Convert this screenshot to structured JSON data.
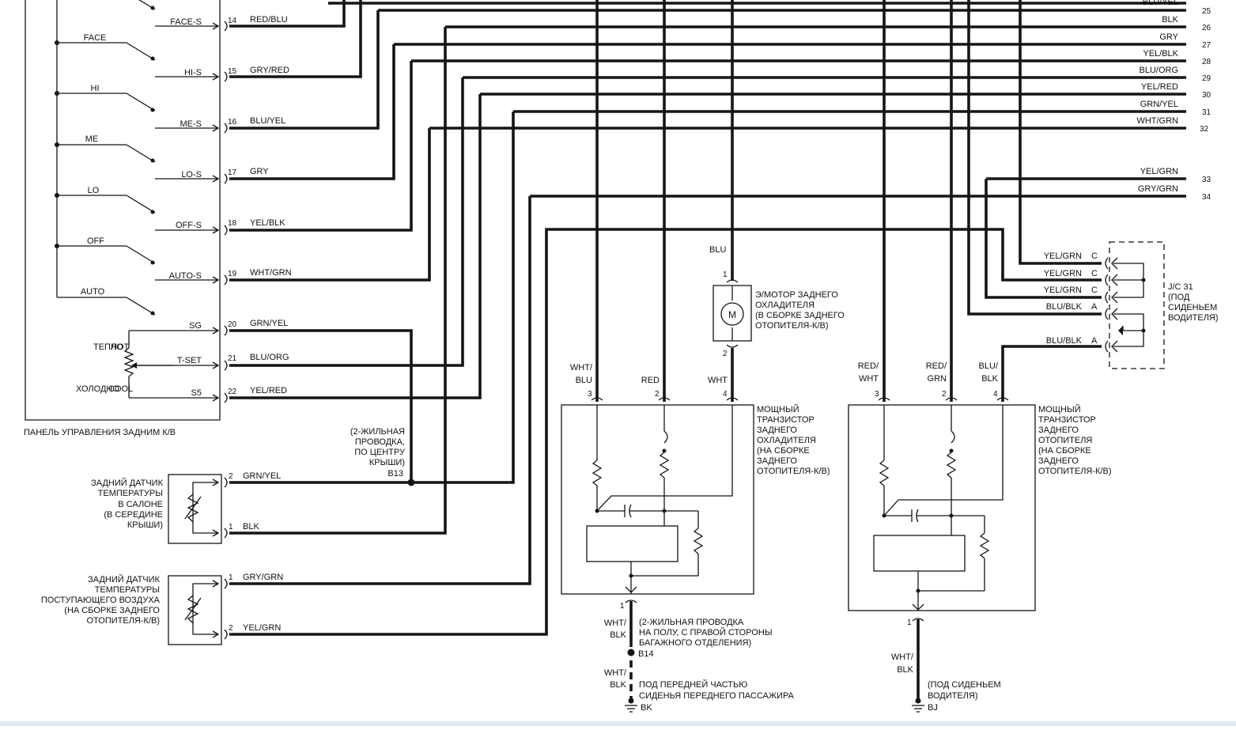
{
  "right_wires": [
    {
      "label": "BLU/YEL",
      "num": "25"
    },
    {
      "label": "BLK",
      "num": "26"
    },
    {
      "label": "GRY",
      "num": "27"
    },
    {
      "label": "YEL/BLK",
      "num": "28"
    },
    {
      "label": "BLU/ORG",
      "num": "29"
    },
    {
      "label": "YEL/RED",
      "num": "30"
    },
    {
      "label": "GRN/YEL",
      "num": "31"
    },
    {
      "label": "WHT/GRN",
      "num": "32"
    },
    {
      "label": "YEL/GRN",
      "num": "33"
    },
    {
      "label": "GRY/GRN",
      "num": "34"
    }
  ],
  "panel": {
    "title": "ПАНЕЛЬ УПРАВЛЕНИЯ ЗАДНИМ К/В",
    "switch_labels": [
      "FACE",
      "HI",
      "ME",
      "LO",
      "OFF",
      "AUTO"
    ],
    "pins": [
      {
        "term": "FACE-S",
        "pin": "14",
        "wire": "RED/BLU"
      },
      {
        "term": "HI-S",
        "pin": "15",
        "wire": "GRY/RED"
      },
      {
        "term": "ME-S",
        "pin": "16",
        "wire": "BLU/YEL"
      },
      {
        "term": "LO-S",
        "pin": "17",
        "wire": "GRY"
      },
      {
        "term": "OFF-S",
        "pin": "18",
        "wire": "YEL/BLK"
      },
      {
        "term": "AUTO-S",
        "pin": "19",
        "wire": "WHT/GRN"
      },
      {
        "term": "SG",
        "pin": "20",
        "wire": "GRN/YEL"
      },
      {
        "term": "T-SET",
        "pin": "21",
        "wire": "BLU/ORG"
      },
      {
        "term": "S5",
        "pin": "22",
        "wire": "YEL/RED"
      }
    ],
    "pot_hot": "ТЕПЛО",
    "pot_hot_overlap": "HOT",
    "pot_cold": "ХОЛОДНО",
    "pot_cold_overlap": "COOL"
  },
  "splice_note": [
    "(2-ЖИЛЬНАЯ",
    "ПРОВОДКА,",
    "ПО ЦЕНТРУ",
    "КРЫШИ)"
  ],
  "splice_id": "B13",
  "cabin_sensor": {
    "label": [
      "ЗАДНИЙ ДАТЧИК",
      "ТЕМПЕРАТУРЫ",
      "В САЛОНЕ",
      "(В СЕРЕДИНЕ",
      "КРЫШИ)"
    ],
    "pins": [
      {
        "pin": "2",
        "wire": "GRN/YEL"
      },
      {
        "pin": "1",
        "wire": "BLK"
      }
    ]
  },
  "air_sensor": {
    "label": [
      "ЗАДНИЙ ДАТЧИК",
      "ТЕМПЕРАТУРЫ",
      "ПОСТУПАЮЩЕГО ВОЗДУХА",
      "(НА СБОРКЕ ЗАДНЕГО",
      "ОТОПИТЕЛЯ-К/В)"
    ],
    "pins": [
      {
        "pin": "1",
        "wire": "GRY/GRN"
      },
      {
        "pin": "2",
        "wire": "YEL/GRN"
      }
    ]
  },
  "motor": {
    "wire_top": "BLU",
    "pin_top": "1",
    "pin_bottom": "2",
    "symbol": "M",
    "label": [
      "Э/МОТОР ЗАДНЕГО",
      "ОХЛАДИТЕЛЯ",
      "(В СБОРКЕ ЗАДНЕГО",
      "ОТОПИТЕЛЯ-К/В)"
    ]
  },
  "cooler_transistor": {
    "label": [
      "МОЩНЫЙ",
      "ТРАНЗИСТОР",
      "ЗАДНЕГО",
      "ОХЛАДИТЕЛЯ",
      "(НА СБОРКЕ",
      "ЗАДНЕГО",
      "ОТОПИТЕЛЯ-К/В)"
    ],
    "wire_labels": [
      [
        "WHT/",
        "BLU"
      ],
      [
        "RED"
      ],
      [
        "WHT"
      ]
    ],
    "pins": [
      "3",
      "2",
      "4"
    ],
    "ground_pin": "1",
    "ground_wire_a": [
      "WHT/",
      "BLK"
    ],
    "ground_note": [
      "(2-ЖИЛЬНАЯ ПРОВОДКА",
      "НА ПОЛУ, С ПРАВОЙ СТОРОНЫ",
      "БАГАЖНОГО ОТДЕЛЕНИЯ)"
    ],
    "splice_id": "B14",
    "ground_wire_b": [
      "WHT/",
      "BLK"
    ],
    "ground_point_note": [
      "ПОД ПЕРЕДНЕЙ ЧАСТЬЮ",
      "СИДЕНЬЯ ПЕРЕДНЕГО ПАССАЖИРА"
    ],
    "ground_id": "BK"
  },
  "heater_transistor": {
    "label": [
      "МОЩНЫЙ",
      "ТРАНЗИСТОР",
      "ЗАДНЕГО",
      "ОТОПИТЕЛЯ",
      "(НА СБОРКЕ",
      "ЗАДНЕГО",
      "ОТОПИТЕЛЯ-К/В)"
    ],
    "wire_labels": [
      [
        "RED/",
        "WHT"
      ],
      [
        "RED/",
        "GRN"
      ],
      [
        "BLU/",
        "BLK"
      ]
    ],
    "pins": [
      "3",
      "2",
      "4"
    ],
    "ground_pin": "1",
    "ground_wire": [
      "WHT/",
      "BLK"
    ],
    "ground_note": [
      "(ПОД СИДЕНЬЕМ",
      "ВОДИТЕЛЯ)"
    ],
    "ground_id": "BJ"
  },
  "junction": {
    "label": [
      "J/C 31",
      "(ПОД",
      "СИДЕНЬЕМ",
      "ВОДИТЕЛЯ)"
    ],
    "rows": [
      {
        "wire": "YEL/GRN",
        "pin": "C"
      },
      {
        "wire": "YEL/GRN",
        "pin": "C"
      },
      {
        "wire": "YEL/GRN",
        "pin": "C"
      },
      {
        "wire": "BLU/BLK",
        "pin": "A"
      },
      {
        "wire": "BLU/BLK",
        "pin": "A"
      }
    ]
  }
}
